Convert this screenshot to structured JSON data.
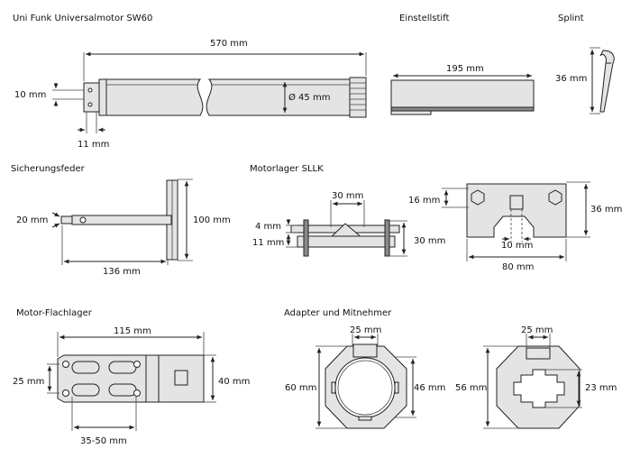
{
  "titles": {
    "motor": "Uni Funk Universalmotor SW60",
    "einstellstift": "Einstellstift",
    "splint": "Splint",
    "sicherungsfeder": "Sicherungsfeder",
    "motorlager": "Motorlager SLLK",
    "flachlager": "Motor-Flachlager",
    "adapter": "Adapter und Mitnehmer"
  },
  "dimensions": {
    "motor_length": "570 mm",
    "motor_diameter": "Ø 45 mm",
    "motor_head": "10 mm",
    "motor_pin": "11 mm",
    "stift_length": "195 mm",
    "splint_length": "36 mm",
    "feder_height": "100 mm",
    "feder_width": "136 mm",
    "feder_small": "20 mm",
    "lager_top": "30 mm",
    "lager_4": "4 mm",
    "lager_11": "11 mm",
    "lager_30": "30 mm",
    "lager_16": "16 mm",
    "lager_36": "36 mm",
    "lager_10": "10 mm",
    "lager_80": "80 mm",
    "flach_115": "115 mm",
    "flach_25": "25 mm",
    "flach_40": "40 mm",
    "flach_3550": "35-50 mm",
    "adapter_25": "25 mm",
    "adapter_60": "60 mm",
    "adapter_46": "46 mm",
    "mitnehmer_25": "25 mm",
    "mitnehmer_56": "56 mm",
    "mitnehmer_23": "23 mm"
  }
}
